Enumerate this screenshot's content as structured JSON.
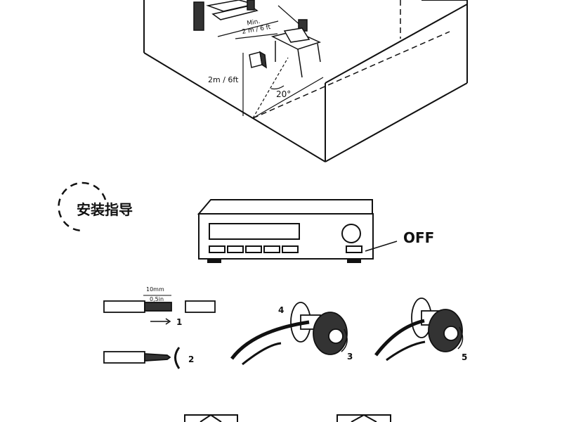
{
  "room": {
    "min_distance_label_line1": "Min.",
    "min_distance_label_line2": "2 m / 6 ft",
    "height_label": "2m / 6ft",
    "angle_label": "20°"
  },
  "section": {
    "title": "安装指导"
  },
  "receiver": {
    "off_label": "OFF"
  },
  "wire_steps": {
    "strip_length_mm": "10mm",
    "strip_length_in": "0,5in",
    "step1": "1",
    "step2": "2",
    "step3": "3",
    "step4": "4",
    "step5": "5"
  },
  "colors": {
    "line": "#111111",
    "fill_light": "#e8e8e8",
    "fill_dark": "#333333"
  }
}
